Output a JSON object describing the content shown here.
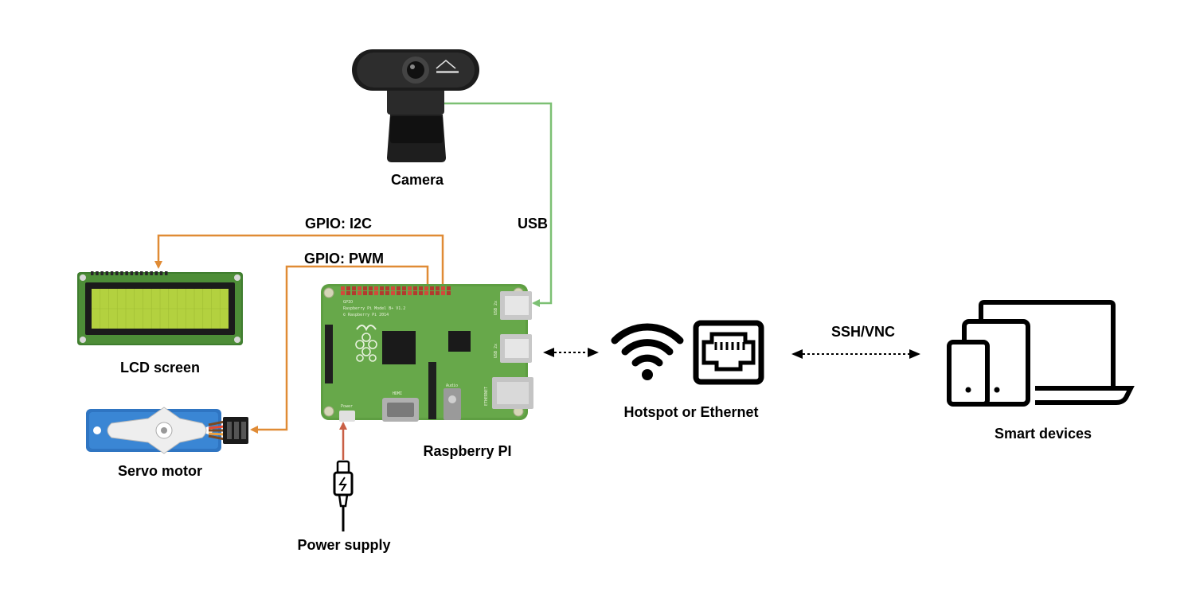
{
  "labels": {
    "camera": "Camera",
    "lcd": "LCD screen",
    "servo": "Servo motor",
    "raspberry": "Raspberry PI",
    "power": "Power supply",
    "network": "Hotspot or Ethernet",
    "smart": "Smart devices"
  },
  "connections": {
    "usb": "USB",
    "i2c": "GPIO: I2C",
    "pwm": "GPIO: PWM",
    "ssh": "SSH/VNC"
  },
  "board_text": {
    "gpio": "GPIO",
    "model": "Raspberry Pi Model B+ V1.2",
    "copyright": "© Raspberry Pi 2014",
    "power": "Power",
    "hdmi": "HDMI",
    "audio": "Audio",
    "ethernet": "ETHERNET",
    "usb": "USB 2x"
  },
  "colors": {
    "usb_line": "#7cc073",
    "gpio_line": "#e08b35",
    "power_line": "#c95f45",
    "board": "#5e9e42",
    "lcd_screen": "#b3d13f",
    "servo_body": "#2f75c2"
  },
  "icons": [
    "webcam-icon",
    "lcd-module-icon",
    "servo-icon",
    "raspberry-pi-board-icon",
    "usb-c-cable-icon",
    "wifi-icon",
    "ethernet-port-icon",
    "devices-icon"
  ]
}
